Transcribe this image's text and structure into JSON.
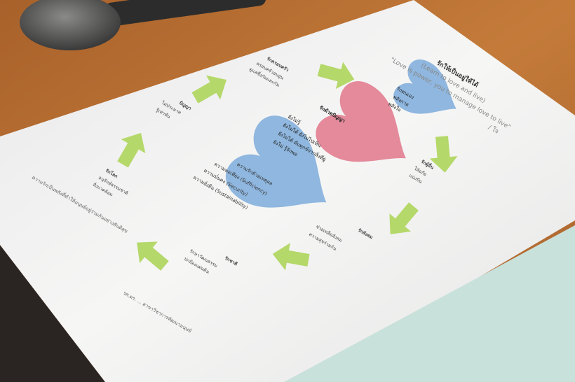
{
  "document": {
    "title": "รักให้เป็นอยู่ให้ได้",
    "subtitle": "(Learn to love and live)",
    "quote": "\"Love is power, you to manage love to live\"",
    "quote_attribution": "/ ใจ",
    "center_heart": {
      "heading": "รักด้วยปัญญา",
      "items": [
        "ยังไม่รู้",
        "ยังไม่ได้ ยังไม่ไปเห็น",
        "ยังไม่ได้ ดับทุกข์จากสิ่งที่ยู่",
        "ยังไม่ รู้จักพอ"
      ]
    },
    "left_heart": {
      "items": [
        "ความรักด้วยเหตุผล",
        "ความพอเพียง (Sufficiency)",
        "ความมั่นคง (Security)",
        "ความยั่งยืน (Sustainability)"
      ]
    },
    "right_heart": {
      "heading": "รักตนเอง",
      "items": [
        "พลังกาย",
        "พลังใจ"
      ]
    },
    "cycle": [
      {
        "heading": "รักครอบครัว",
        "items": [
          "ครอบครัวอบอุ่น",
          "ดูแลซึ่งกันและกัน"
        ]
      },
      {
        "heading": "รักผู้อื่น",
        "items": [
          "ให้อภัย",
          "แบ่งปัน"
        ]
      },
      {
        "heading": "รักสังคม",
        "items": [
          "ช่วยเหลือสังคม",
          "ความสุขร่วมกัน"
        ]
      },
      {
        "heading": "รักชาติ",
        "items": [
          "รักษาวัฒนธรรม",
          "ปกป้องแผ่นดิน"
        ]
      },
      {
        "heading": "รักโลก",
        "items": [
          "อนุรักษ์ธรรมชาติ",
          "สิ่งแวดล้อม"
        ]
      },
      {
        "heading": "ปัญญา",
        "items": [
          "ไม่ประมาท",
          "รู้เท่าทัน"
        ]
      }
    ],
    "footer_credit": "รศ.ดร. ... สาขาวิชาการพัฒนามนุษย์",
    "side_note": "ความรักเป็นพลังที่ทำให้มนุษย์อยู่ร่วมกันอย่างสันติสุข"
  },
  "colors": {
    "table": "#b86f32",
    "paper": "#f4f4f2",
    "heart_blue": "#8fb7df",
    "heart_pink": "#e48a9a",
    "arrow_green": "#b5d86a",
    "blue_paper": "#c9e1db"
  }
}
